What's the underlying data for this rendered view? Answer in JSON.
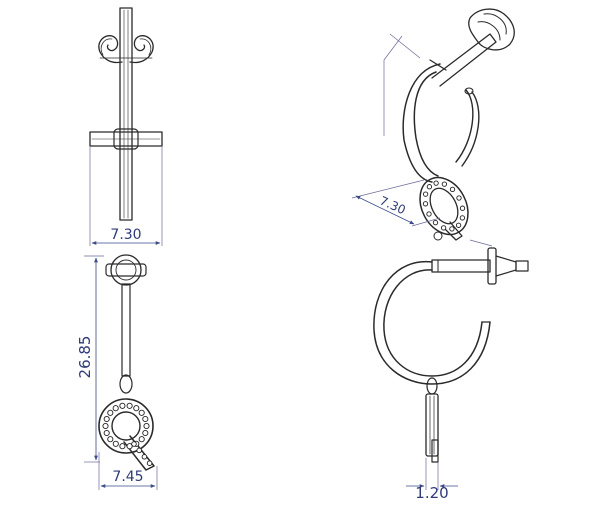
{
  "dimensions": {
    "top_front_width": "7.30",
    "height": "26.85",
    "charm_width": "7.45",
    "iso_width": "7.30",
    "wire_thickness": "1.20"
  },
  "colors": {
    "ink": "#2a2a2a",
    "dimension_text": "#2f3a78",
    "background": "#ffffff"
  }
}
